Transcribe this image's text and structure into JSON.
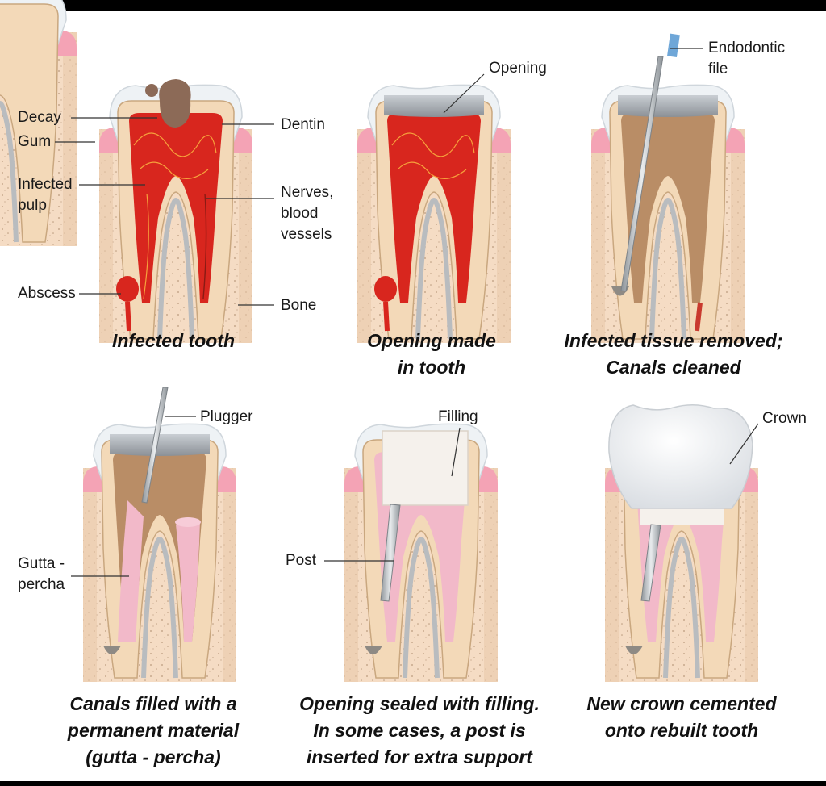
{
  "labels": {
    "decay": "Decay",
    "gum": "Gum",
    "infected_pulp": "Infected\npulp",
    "abscess": "Abscess",
    "dentin": "Dentin",
    "nerves": "Nerves,\nblood\nvessels",
    "bone": "Bone",
    "opening": "Opening",
    "endodontic_file": "Endodontic\nfile",
    "plugger": "Plugger",
    "gutta_percha": "Gutta -\npercha",
    "filling": "Filling",
    "post": "Post",
    "crown": "Crown"
  },
  "steps": [
    {
      "caption": "Infected tooth"
    },
    {
      "caption": "Opening made\nin tooth"
    },
    {
      "caption": "Infected tissue removed;\nCanals cleaned"
    },
    {
      "caption": "Canals filled with a\npermanent material\n(gutta - percha)"
    },
    {
      "caption": "Opening sealed with filling.\nIn some cases, a post is\ninserted for extra support"
    },
    {
      "caption": "New crown cemented\nonto rebuilt tooth"
    }
  ],
  "colors": {
    "bone": "#f5dcc4",
    "gum": "#f4a3b5",
    "enamel": "#eaf0f5",
    "dentin": "#f3d9b8",
    "pulp_infected": "#d8261e",
    "canal_cleaned": "#b98d66",
    "gutta_percha": "#f2b9c9",
    "filling_gray": "#a9adb2",
    "crown": "#f4f6f8"
  },
  "icons": [
    "tooth-illustration",
    "endodontic-file-icon",
    "plugger-icon",
    "post-icon",
    "crown-icon"
  ]
}
